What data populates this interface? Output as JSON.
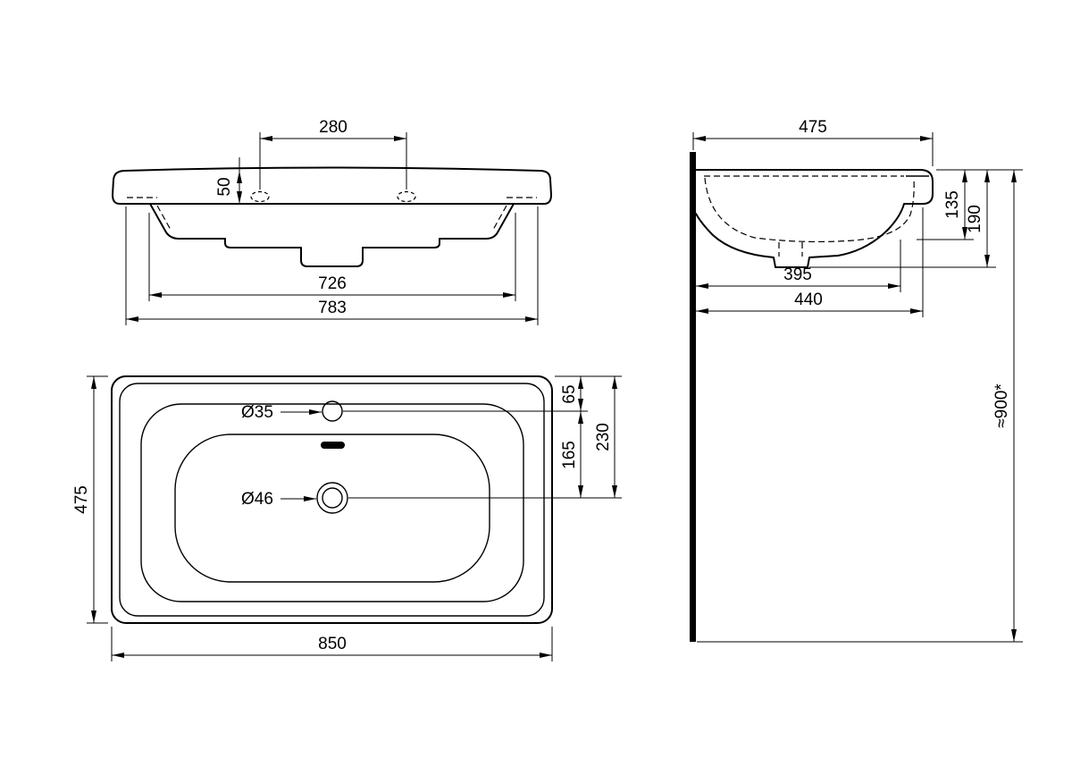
{
  "document": {
    "background_color": "#ffffff",
    "line_color": "#000000"
  },
  "front_view": {
    "dims": {
      "faucet_spacing": "280",
      "rim_height": "50",
      "basin_width": "726",
      "body_width": "783"
    }
  },
  "plan_view": {
    "dims": {
      "width": "850",
      "depth": "475",
      "tap_hole_diameter": "Ø35",
      "drain_diameter": "Ø46",
      "tap_hole_from_back": "65",
      "tap_hole_to_drain": "165",
      "drain_from_back": "230"
    }
  },
  "side_view": {
    "dims": {
      "depth": "475",
      "bowl_depth": "135",
      "height": "190",
      "bowl_front_from_wall": "395",
      "underside_from_wall": "440",
      "mounting_height": "≈900*"
    }
  }
}
